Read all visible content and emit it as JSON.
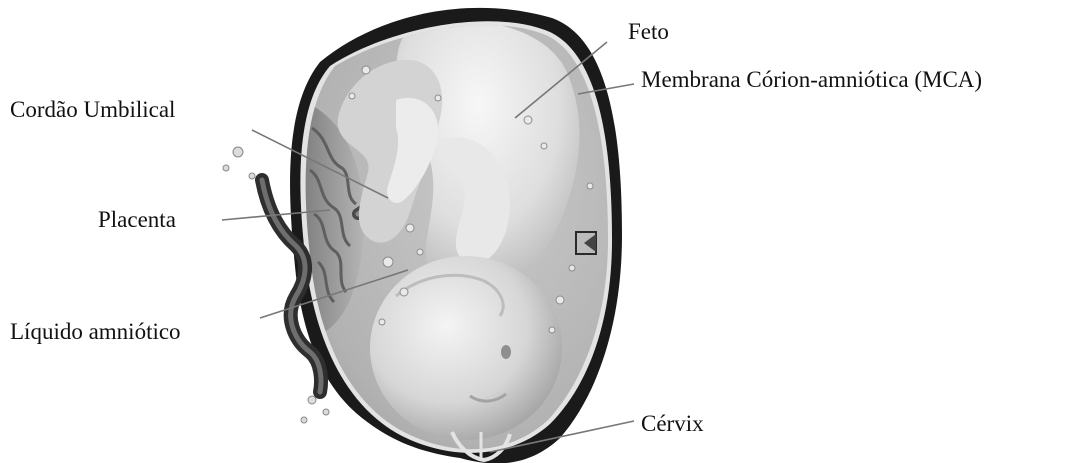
{
  "labels": {
    "feto": "Feto",
    "membrana": "Membrana Córion-amniótica (MCA)",
    "cordao": "Cordão Umbilical",
    "placenta": "Placenta",
    "liquido": "Líquido amniótico",
    "cervix": "Cérvix"
  },
  "colors": {
    "uterine_wall": "#1a1a1a",
    "membrane": "#e3e3e3",
    "amniotic_fluid": "#b4b4b4",
    "fetus_light": "#f0f0f0",
    "fetus_shadow": "#8e8e8e",
    "placenta": "#9a9a9a",
    "cord": "#3a3a3a",
    "leader_line": "#777777",
    "text": "#111111"
  }
}
